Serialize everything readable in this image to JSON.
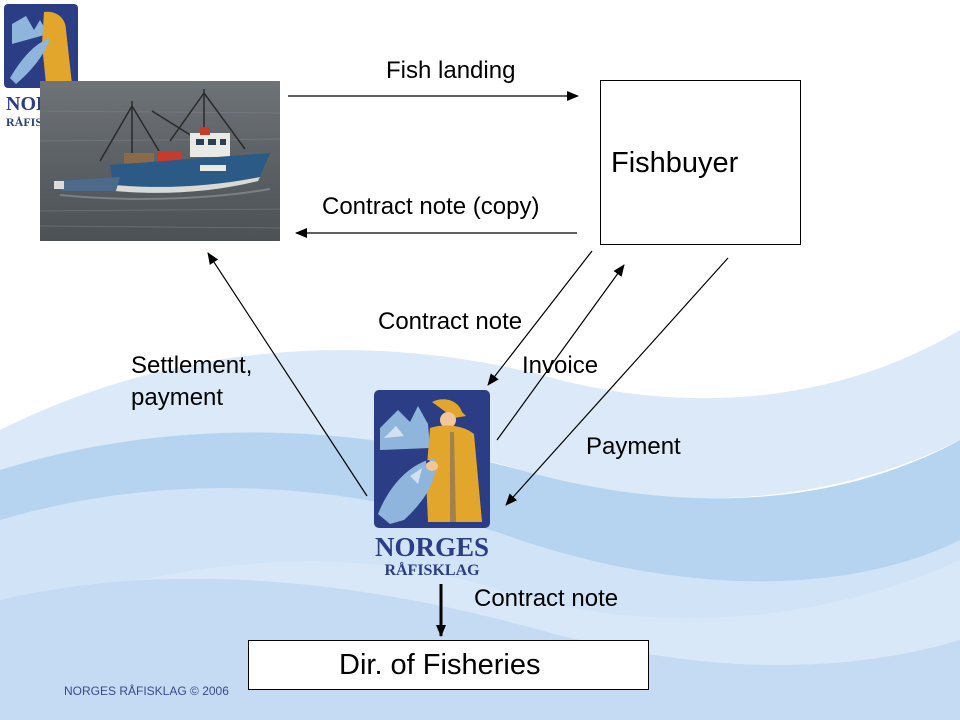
{
  "nodes": {
    "fishbuyer": "Fishbuyer",
    "directorate": "Dir. of Fisheries"
  },
  "logo": {
    "line1": "NORGES",
    "line2": "RÅFISKLAG"
  },
  "flows": {
    "fish_landing": "Fish landing",
    "contract_note_copy": "Contract note (copy)",
    "contract_note_to_rafisklag": "Contract note",
    "invoice": "Invoice",
    "payment": "Payment",
    "settlement_line1": "Settlement,",
    "settlement_line2": "payment",
    "contract_note_to_directorate": "Contract note"
  },
  "footer": "NORGES RÅFISKLAG © 2006",
  "colors": {
    "wave_light": "#cfe2f6",
    "wave_mid": "#a7cbee",
    "logo_blue": "#2b3d84",
    "logo_gold": "#e3a62c",
    "logo_sky": "#8fb5dc"
  }
}
